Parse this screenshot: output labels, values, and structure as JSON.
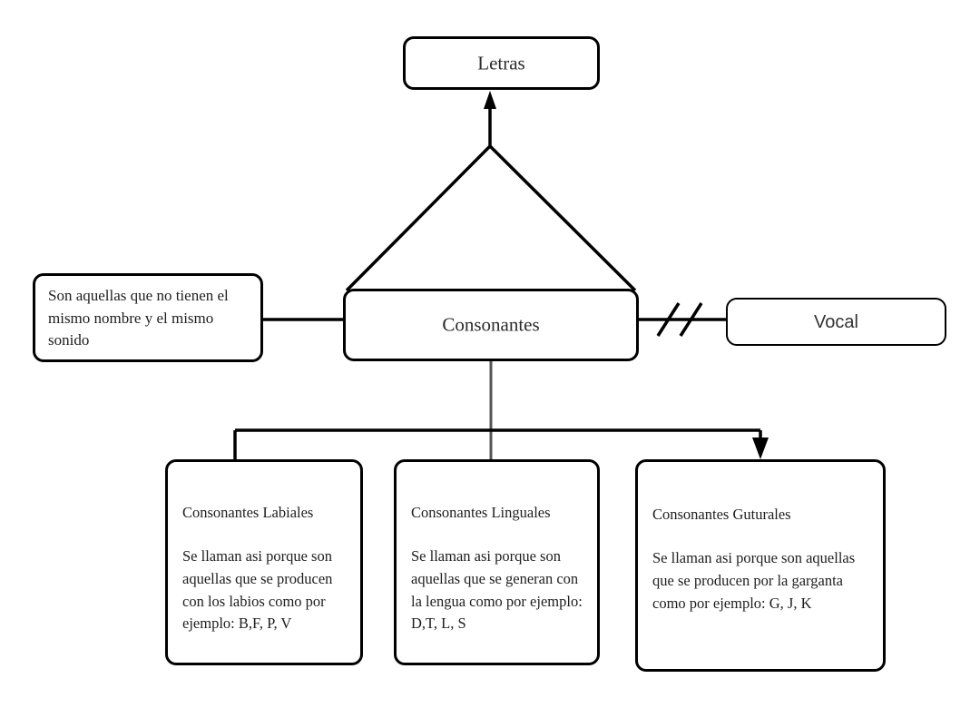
{
  "diagram": {
    "title_node": {
      "label": "Letras"
    },
    "center_node": {
      "label": "Consonantes"
    },
    "side_note": {
      "text": "Son aquellas que no tienen el mismo nombre y el mismo sonido"
    },
    "related_node": {
      "label": "Vocal"
    },
    "children": [
      {
        "heading": "Consonantes Labiales",
        "body": "Se llaman asi porque son aquellas que se producen con los labios como por ejemplo: B,F, P, V"
      },
      {
        "heading": "Consonantes Linguales",
        "body": "Se llaman asi porque son aquellas que se generan con la lengua como por ejemplo: D,T, L, S"
      },
      {
        "heading": "Consonantes Guturales",
        "body": "Se llaman asi porque son aquellas que se producen por la garganta como por ejemplo: G, J, K"
      }
    ],
    "colors": {
      "stroke": "#000000",
      "stem_stroke": "#555555",
      "background": "#ffffff",
      "text": "#1e1e1e"
    }
  }
}
